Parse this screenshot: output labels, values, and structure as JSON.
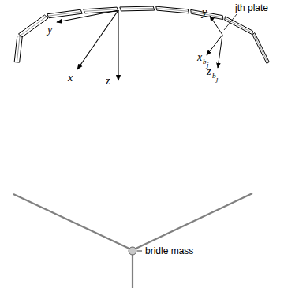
{
  "diagram": {
    "labels": [
      "y",
      "x",
      "z",
      "y",
      "x",
      "b",
      "j",
      "z",
      "b",
      "j",
      "jth plate",
      "bridle mass"
    ]
  }
}
